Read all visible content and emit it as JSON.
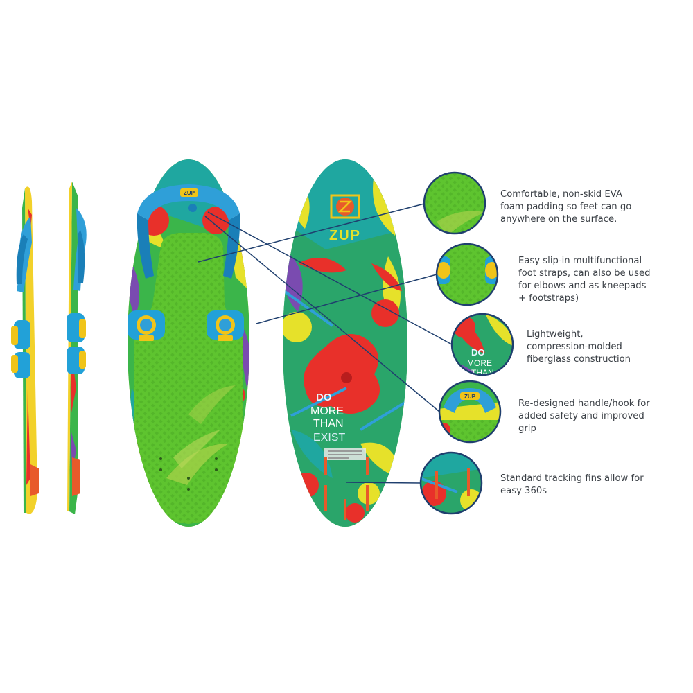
{
  "board": {
    "brand_logo_text": "ZUP",
    "slogan_lines": [
      "DO",
      "MORE",
      "THAN",
      "EXIST"
    ],
    "strap_logo_text": "ZUP",
    "detail_3_text_lines": [
      "DO",
      "MORE",
      "THAN"
    ]
  },
  "callouts": [
    {
      "id": "foam-padding",
      "icon": "foam-texture-detail",
      "text": "Comfortable, non-skid EVA\nfoam padding so feet can go\nanywhere on the surface."
    },
    {
      "id": "foot-straps",
      "icon": "foot-strap-detail",
      "text": "Easy slip-in multifunctional\nfoot straps, can also be used\nfor elbows and as kneepads\n+ footstraps)"
    },
    {
      "id": "fiberglass",
      "icon": "fiberglass-detail",
      "text": "Lightweight,\ncompression-molded\nfiberglass construction"
    },
    {
      "id": "handle",
      "icon": "handle-detail",
      "text": "Re-designed handle/hook for\nadded safety and improved\ngrip"
    },
    {
      "id": "fins",
      "icon": "fins-detail",
      "text": "Standard tracking fins allow for\neasy 360s"
    }
  ],
  "colors": {
    "leader_line": "#1f3f6e",
    "foam_green": "#5fc430",
    "strap_blue": "#2f9fd8",
    "hibiscus_red": "#e8302a",
    "leaf_yellow": "#e6e12a",
    "leaf_green": "#3bb54a",
    "leaf_teal": "#1fa7a0",
    "leaf_purple": "#7a4bb0"
  }
}
